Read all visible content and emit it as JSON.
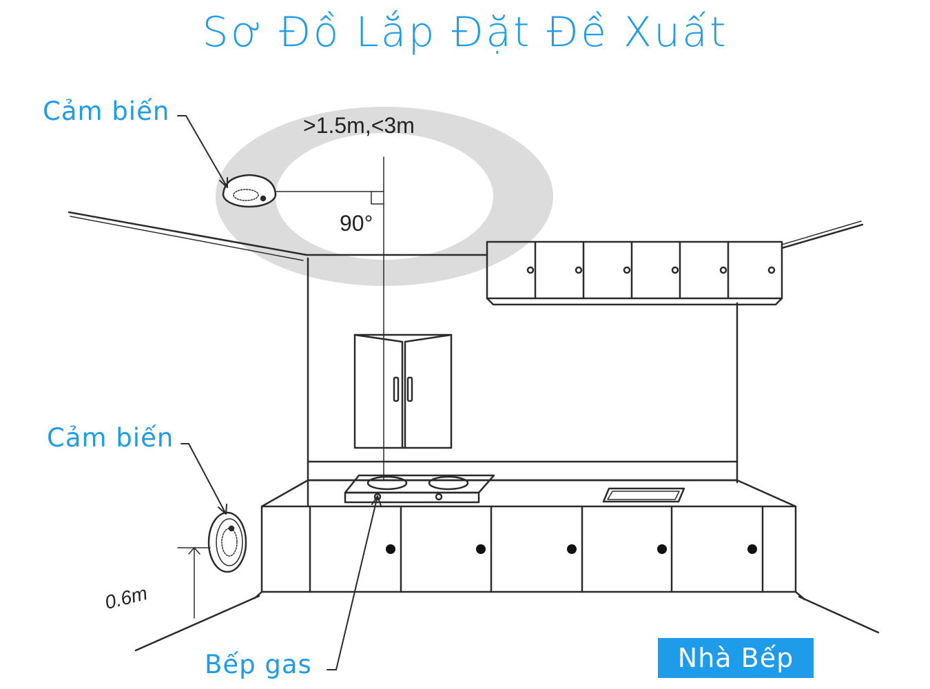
{
  "title": "Sơ Đồ Lắp Đặt Đề Xuất",
  "labels": {
    "sensor_ceiling": "Cảm biến",
    "sensor_wall": "Cảm biến",
    "stove": "Bếp gas",
    "room": "Nhà Bếp"
  },
  "dimensions": {
    "distance": ">1.5m,<3m",
    "angle": "90°",
    "height": "0.6m"
  },
  "colors": {
    "accent": "#1e9be9",
    "coverage_zone": "#dcdcdc",
    "line": "#2a2a2a"
  }
}
